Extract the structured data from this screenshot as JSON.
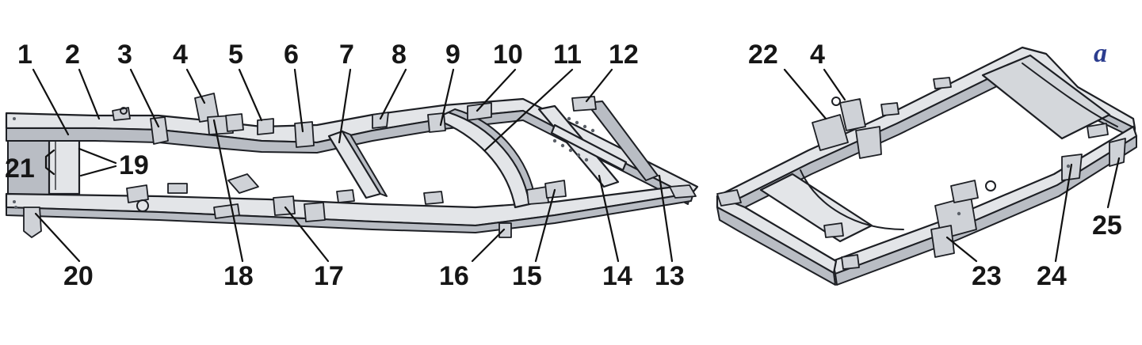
{
  "callouts": {
    "c1": "1",
    "c2": "2",
    "c3": "3",
    "c4": "4",
    "c5": "5",
    "c6": "6",
    "c7": "7",
    "c8": "8",
    "c9": "9",
    "c10": "10",
    "c11": "11",
    "c12": "12",
    "c13": "13",
    "c14": "14",
    "c15": "15",
    "c16": "16",
    "c17": "17",
    "c18": "18",
    "c19": "19",
    "c20": "20",
    "c21": "21",
    "c22": "22",
    "c4b": "4",
    "c23": "23",
    "c24": "24",
    "c25": "25"
  },
  "badge": "a"
}
